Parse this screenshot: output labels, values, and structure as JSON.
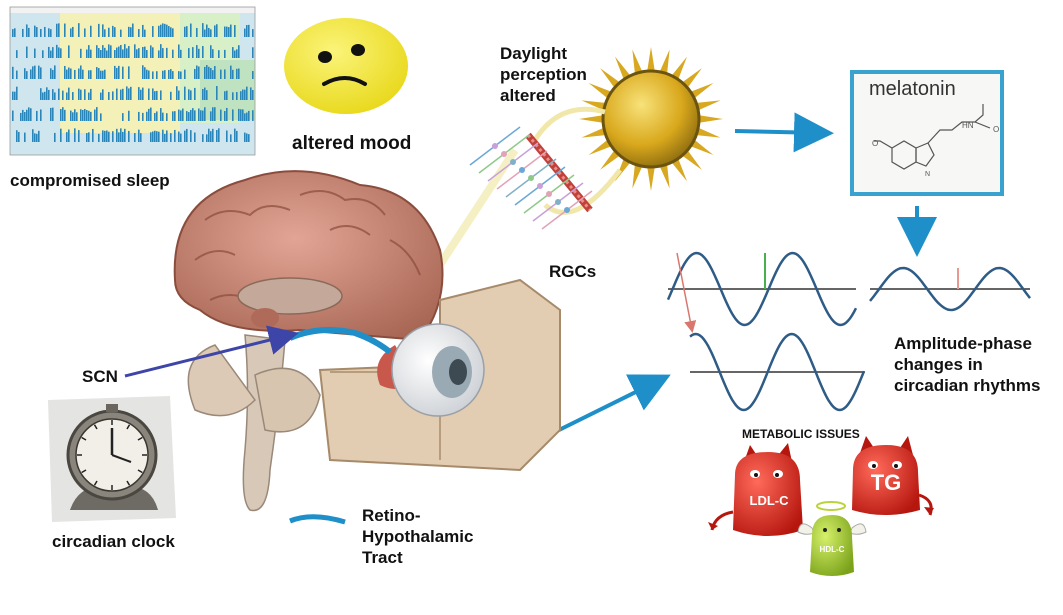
{
  "labels": {
    "compromised_sleep": "compromised sleep",
    "altered_mood": "altered mood",
    "daylight": [
      "Daylight",
      "perception",
      "altered"
    ],
    "melatonin": "melatonin",
    "rgcs": "RGCs",
    "scn": "SCN",
    "circadian_clock": "circadian clock",
    "rht": [
      "Retino-",
      "Hypothalamic",
      "Tract"
    ],
    "amplitude": [
      "Amplitude-phase",
      "changes in",
      "circadian rhythms"
    ],
    "metabolic": "METABOLIC ISSUES",
    "ldl": "LDL-C",
    "tg": "TG",
    "hdl": "HDL-C"
  },
  "colors": {
    "arrow_blue": "#1e8fc9",
    "scn_arrow": "#3d45a8",
    "brain": "#c98877",
    "sun": "#e0b52a",
    "devil_red": "#d9251c",
    "angel_green": "#9cc42a",
    "mood_face": "#f3ea2c",
    "melatonin_frame": "#3aa2cf"
  },
  "icons": [
    "sad-face-icon",
    "sun-icon",
    "clock-icon",
    "eye-icon",
    "brain-icon",
    "devil-icon",
    "angel-icon",
    "melatonin-molecule-icon"
  ]
}
